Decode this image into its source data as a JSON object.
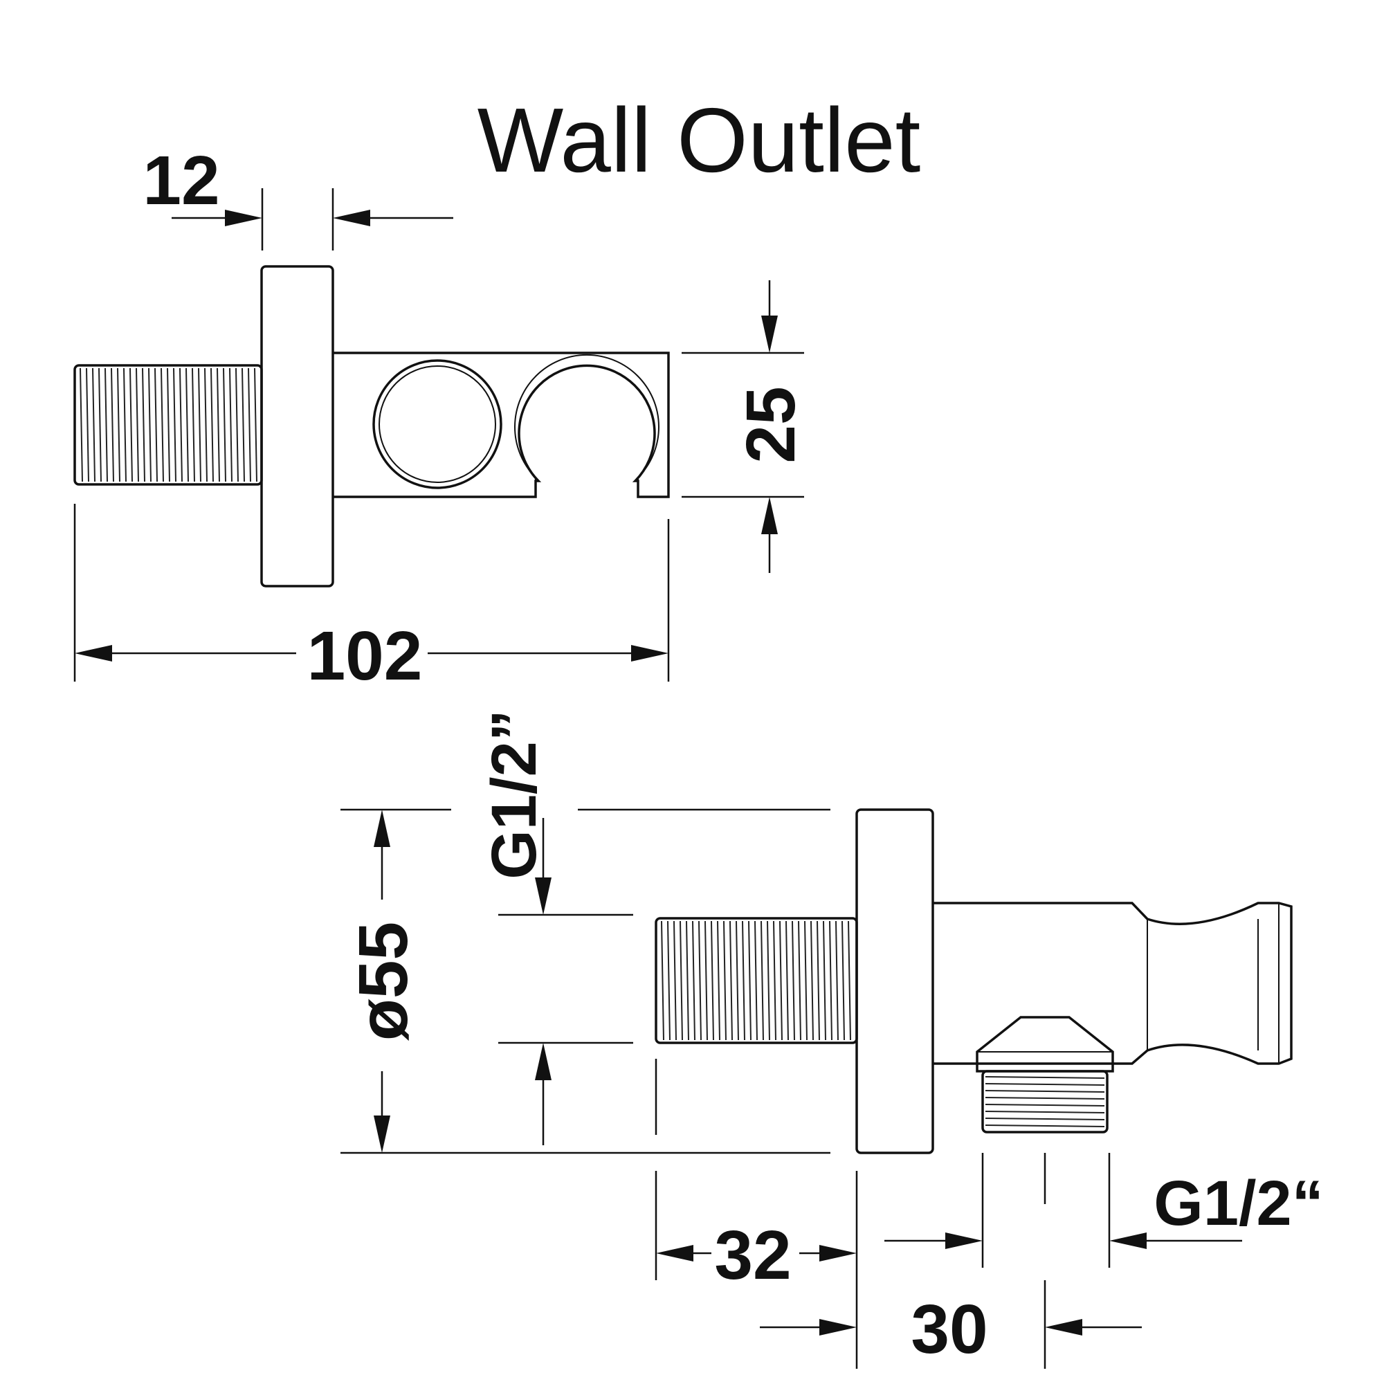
{
  "title": "Wall Outlet",
  "top_view": {
    "dim_flange_thickness": "12",
    "dim_holder_height": "25",
    "dim_total_length": "102"
  },
  "side_view": {
    "dim_thread_inlet": "G1/2”",
    "dim_flange_diameter": "ø55",
    "dim_thread_length": "32",
    "dim_outlet_offset": "30",
    "dim_thread_outlet": "G1/2“"
  }
}
